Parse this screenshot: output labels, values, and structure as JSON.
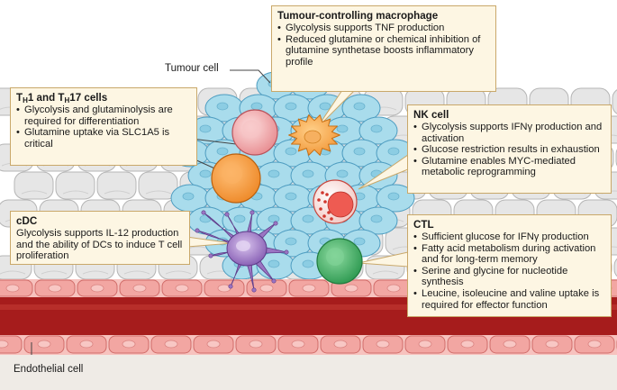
{
  "labels": {
    "tumour_cell": "Tumour cell",
    "endothelial_cell": "Endothelial cell"
  },
  "macrophage": {
    "title": "Tumour-controlling macrophage",
    "items": [
      "Glycolysis supports TNF production",
      "Reduced glutamine or chemical inhibition of glutamine synthetase boosts inflammatory profile"
    ]
  },
  "th": {
    "title_parts": [
      "T",
      "H",
      "1 and T",
      "H",
      "17 cells"
    ],
    "items": [
      "Glycolysis and glutaminolysis are required for differentiation",
      "Glutamine uptake via SLC1A5 is critical"
    ]
  },
  "nk": {
    "title": "NK cell",
    "items": [
      "Glycolysis supports IFNγ production and activation",
      "Glucose restriction results in exhaustion",
      "Glutamine enables MYC-mediated metabolic reprogramming"
    ]
  },
  "cdc": {
    "title": "cDC",
    "text": "Glycolysis supports IL-12 production and the ability of DCs to induce T cell proliferation"
  },
  "ctl": {
    "title": "CTL",
    "items": [
      "Sufficient glucose for IFNγ production",
      "Fatty acid metabolism during activation and for long-term memory",
      "Serine and glycine for nucleotide synthesis",
      "Leucine, isoleucine and valine uptake is required for effector function"
    ]
  },
  "colors": {
    "box_fill": "#fdf6e3",
    "box_border": "#c9a86a",
    "tumour": "#a9dcec",
    "tissue": "#e6e6e6",
    "endothelium": "#f2a6a2",
    "vessel": "#a61c1c",
    "macrophage": "#f6a855",
    "th_cell": "#f2a3a5",
    "th1_cell": "#f39a38",
    "nk_cell": "#ee5b52",
    "ctl_cell": "#4ab36b",
    "dc_cell": "#9a74c2"
  }
}
